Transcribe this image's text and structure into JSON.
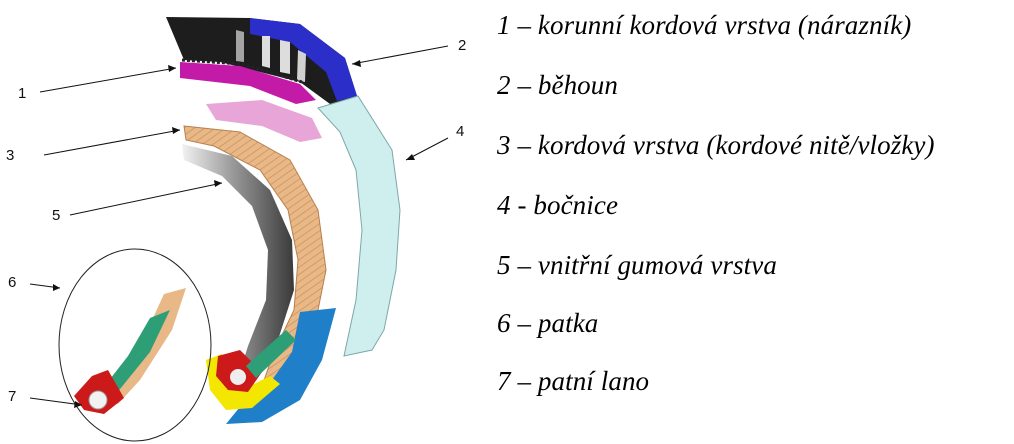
{
  "callouts": [
    "1",
    "2",
    "3",
    "4",
    "5",
    "6",
    "7"
  ],
  "legend": [
    "1 – korunní kordová vrstva (nárazník)",
    "2 – běhoun",
    "3 – kordová vrstva (kordové nitě/vložky)",
    "4 - bočnice",
    "5 – vnitřní gumová vrstva",
    "6 – patka",
    "7 – patní lano"
  ],
  "colors": {
    "tread_dark": "#1a1a1a",
    "tread_blue": "#2b2ec8",
    "belt_magenta": "#c41aa8",
    "belt_pink": "#e8a6d8",
    "sidewall": "#cfeeee",
    "ply_tan": "#e8b887",
    "inner_liner": "#7b7b7b",
    "bead_red": "#cc1a1a",
    "bead_yellow": "#f3e600",
    "bead_green": "#2e9e77",
    "bead_blue": "#1f7fc9"
  }
}
